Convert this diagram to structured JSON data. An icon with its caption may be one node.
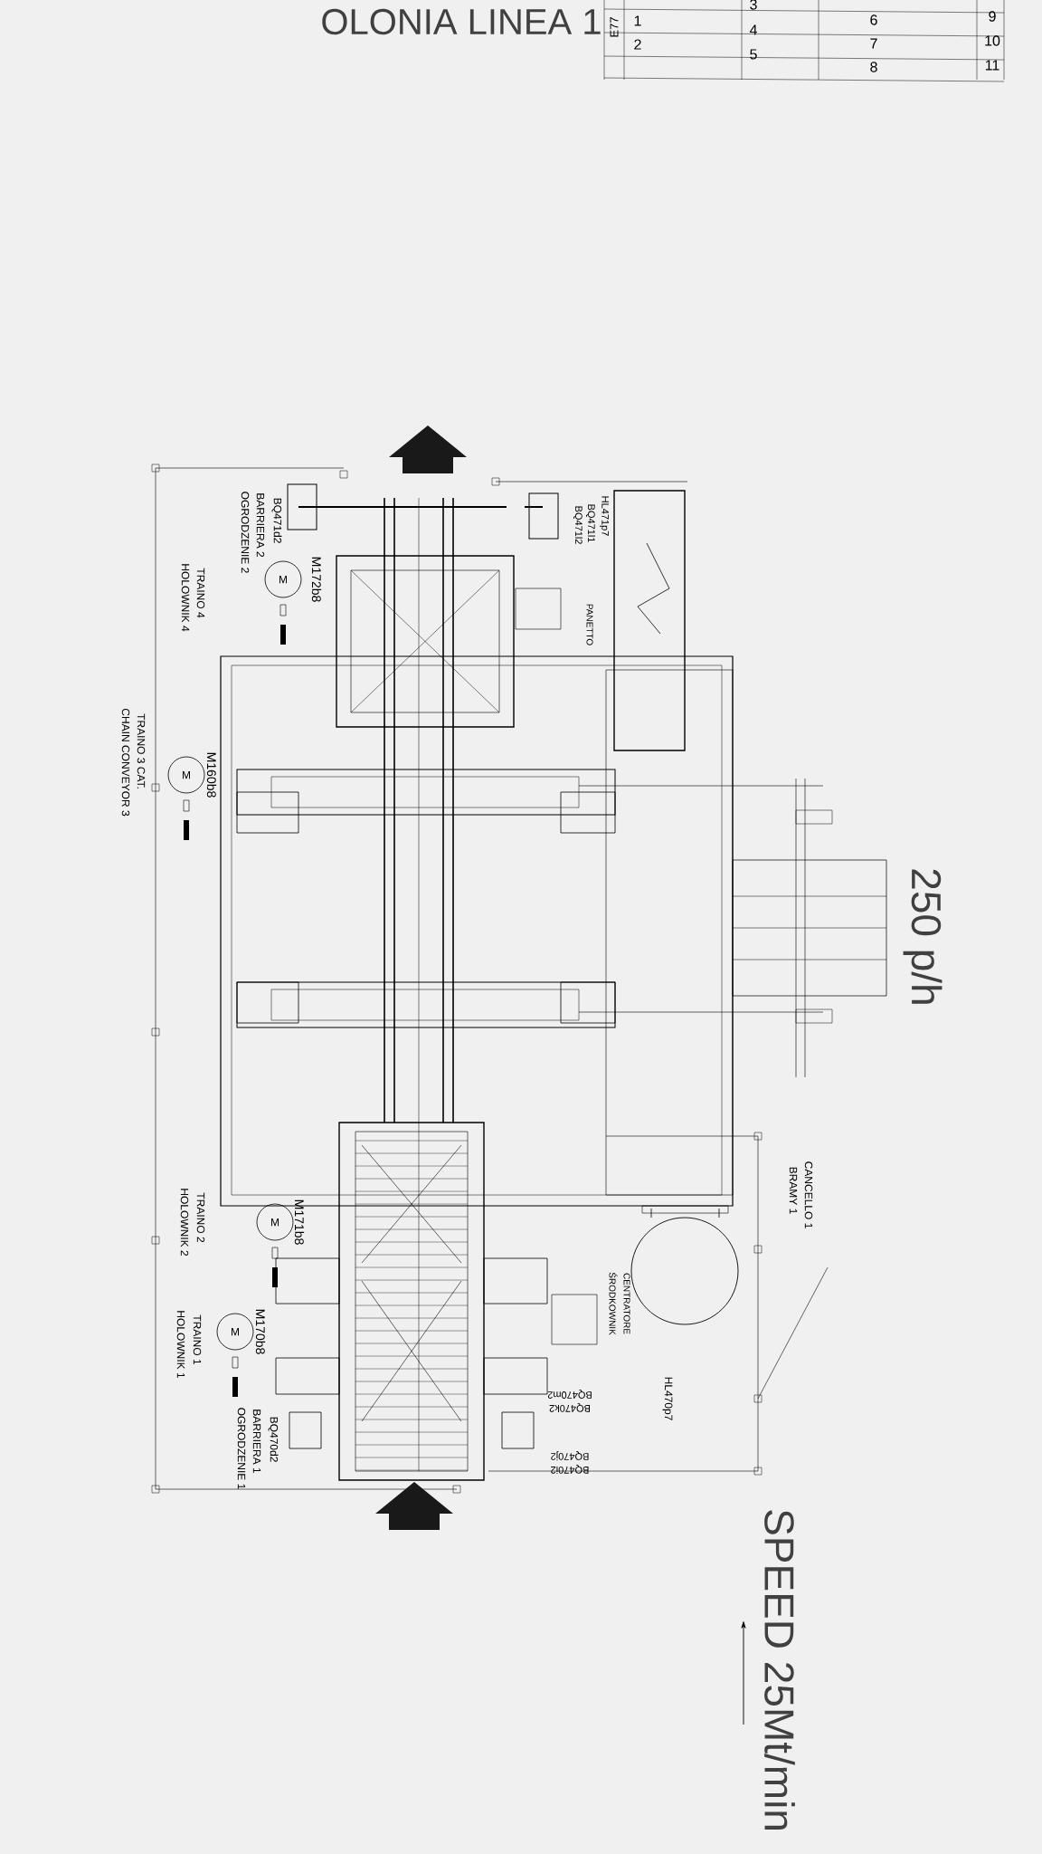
{
  "diagram": {
    "nodes": [
      {
        "text": [
          "M"
        ],
        "beside": [
          "M172b8"
        ]
      },
      {
        "text": [
          "M"
        ],
        "beside": [
          "M160b8"
        ]
      },
      {
        "text": [
          "M"
        ],
        "beside": [
          "M171b8"
        ]
      },
      {
        "text": [
          "M"
        ],
        "beside": [
          "M170b8"
        ]
      }
    ],
    "labels": [
      "OLONIA LINEA 1",
      "E77",
      "1",
      "2",
      "3",
      "4",
      "5",
      "6",
      "7",
      "8",
      "9",
      "10",
      "11",
      "250 p/h",
      "SPEED 25Mt/min",
      "BQ471d2",
      "BARRIERA 2",
      "OGRODZENIE 2",
      "HL471p7",
      "BQ471l1",
      "BQ471l2",
      "PANETTO",
      "TRAINO 4",
      "HOLOWNIK 4",
      "TRAINO 3 CAT.",
      "CHAIN CONVEYOR 3",
      "CANCELLO 1",
      "BRAMY 1",
      "TRAINO 2",
      "HOLOWNIK 2",
      "CENTRATORE",
      "ŚRODKOWNIK",
      "HL470p7",
      "BQ470m2",
      "BQ470k2",
      "BQ470j2",
      "BQ470i2",
      "TRAINO 1",
      "HOLOWNIK 1",
      "BQ470d2",
      "BARRIERA 1",
      "OGRODZENIE 1"
    ]
  }
}
